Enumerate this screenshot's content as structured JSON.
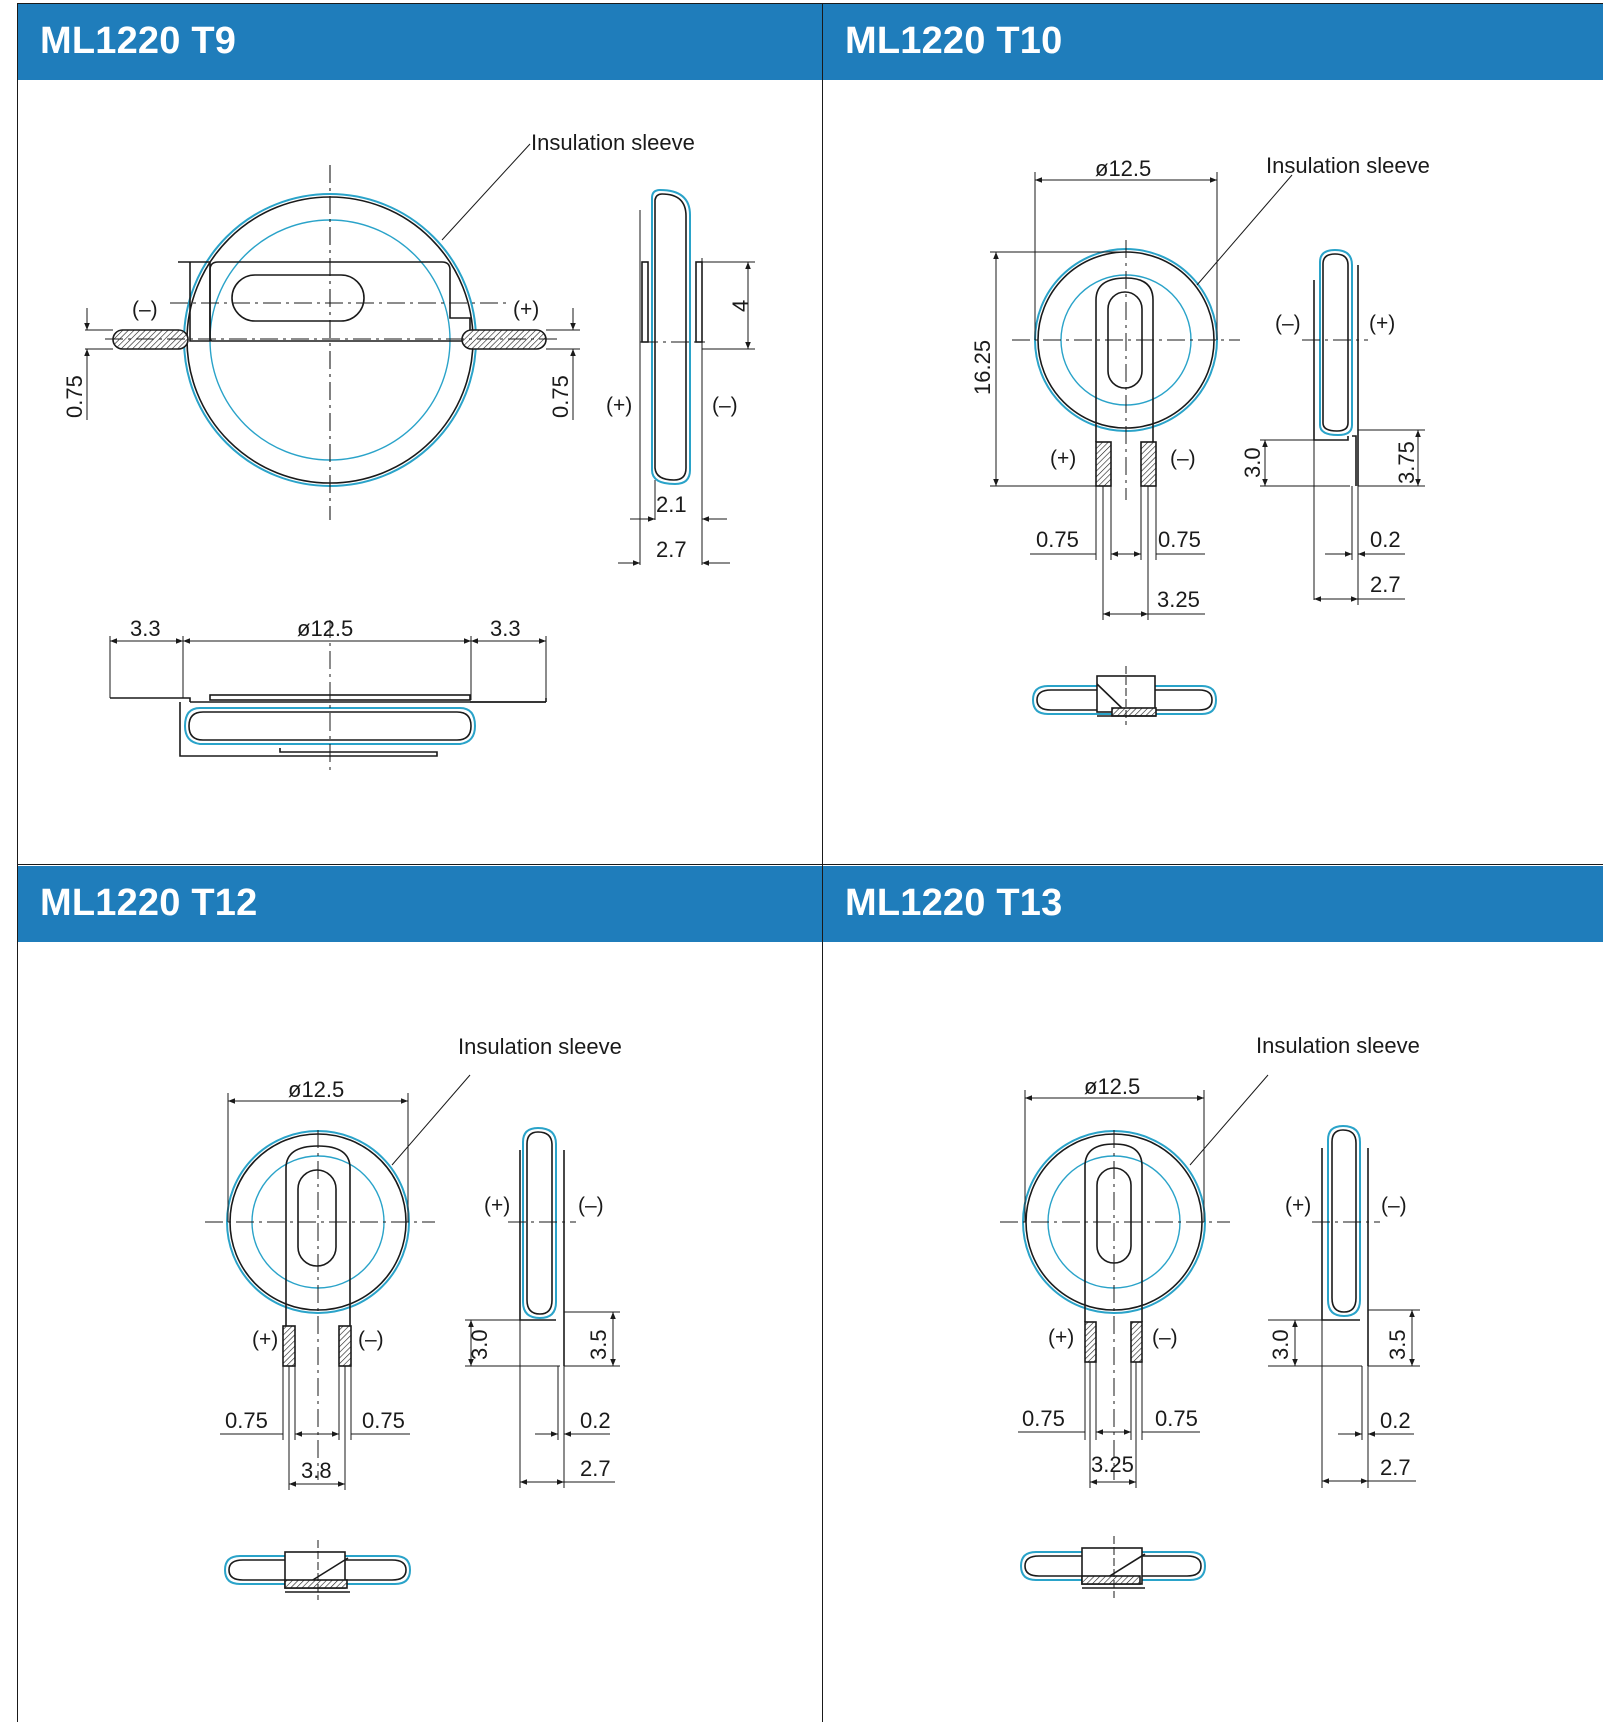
{
  "panels": [
    {
      "title": "ML1220 T9",
      "labels": {
        "sleeve": "Insulation sleeve",
        "neg": "(–)",
        "pos": "(+)",
        "side_pos": "(+)",
        "side_neg": "(–)",
        "tab_left": "0.75",
        "tab_right": "0.75",
        "side_height": "4",
        "side_w1": "2.1",
        "side_w2": "2.7",
        "bottom_left": "3.3",
        "bottom_dia": "ø12.5",
        "bottom_right": "3.3"
      }
    },
    {
      "title": "ML1220 T10",
      "labels": {
        "dia": "ø12.5",
        "sleeve": "Insulation sleeve",
        "height": "16.25",
        "pos": "(+)",
        "neg": "(–)",
        "w_left": "0.75",
        "w_right": "0.75",
        "pitch": "3.25",
        "side_neg": "(–)",
        "side_pos": "(+)",
        "side_lead": "3.0",
        "side_lead2": "3.75",
        "side_thk": "0.2",
        "side_w": "2.7"
      }
    },
    {
      "title": "ML1220 T12",
      "labels": {
        "dia": "ø12.5",
        "sleeve": "Insulation sleeve",
        "pos": "(+)",
        "neg": "(–)",
        "w_left": "0.75",
        "w_right": "0.75",
        "pitch": "3.8",
        "side_pos": "(+)",
        "side_neg": "(–)",
        "side_lead": "3.0",
        "side_lead2": "3.5",
        "side_thk": "0.2",
        "side_w": "2.7"
      }
    },
    {
      "title": "ML1220 T13",
      "labels": {
        "dia": "ø12.5",
        "sleeve": "Insulation sleeve",
        "pos": "(+)",
        "neg": "(–)",
        "w_left": "0.75",
        "w_right": "0.75",
        "pitch": "3.25",
        "side_pos": "(+)",
        "side_neg": "(–)",
        "side_lead": "3.0",
        "side_lead2": "3.5",
        "side_thk": "0.2",
        "side_w": "2.7"
      }
    }
  ],
  "colors": {
    "header": "#1f7dbb",
    "sleeve": "#2aa3c9",
    "ink": "#1a1a1a"
  }
}
